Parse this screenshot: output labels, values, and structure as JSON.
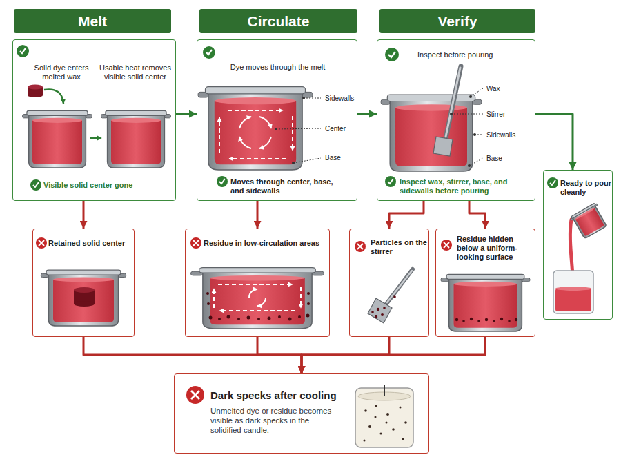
{
  "diagram": {
    "nodes": [
      {
        "text": [
          "Melt"
        ]
      },
      {
        "text": [
          "Circulate"
        ]
      },
      {
        "text": [
          "Verify"
        ]
      },
      {
        "text": [
          "Solid dye enters melted wax",
          "Usable heat removes visible solid center",
          "Visible solid center gone"
        ]
      },
      {
        "text": [
          "Dye moves through the melt",
          "Sidewalls",
          "Center",
          "Base",
          "Moves through center, base, and sidewalls"
        ]
      },
      {
        "text": [
          "Inspect before pouring",
          "Wax",
          "Stirrer",
          "Sidewalls",
          "Base",
          "Inspect wax, stirrer, base, and sidewalls before pouring"
        ]
      },
      {
        "text": [
          "Ready to pour cleanly"
        ]
      },
      {
        "text": [
          "Retained solid center"
        ]
      },
      {
        "text": [
          "Residue in low-circulation areas"
        ]
      },
      {
        "text": [
          "Particles on the stirrer"
        ]
      },
      {
        "text": [
          "Residue hidden below a uniform-looking surface"
        ]
      },
      {
        "text": [
          "Dark specks after cooling",
          "Unmelted dye or residue becomes visible as dark specks in the solidified candle."
        ]
      }
    ],
    "edges": [
      {
        "from": 3,
        "to": 4,
        "arrow": "to"
      },
      {
        "from": 4,
        "to": 5,
        "arrow": "to"
      },
      {
        "from": 5,
        "to": 6,
        "arrow": "to"
      },
      {
        "from": 3,
        "to": 7,
        "arrow": "to"
      },
      {
        "from": 4,
        "to": 8,
        "arrow": "to"
      },
      {
        "from": 5,
        "to": 9,
        "arrow": "to"
      },
      {
        "from": 5,
        "to": 10,
        "arrow": "to"
      },
      {
        "from": 7,
        "to": 11,
        "arrow": "to"
      },
      {
        "from": 8,
        "to": 11,
        "arrow": "to"
      },
      {
        "from": 9,
        "to": 11,
        "arrow": "to"
      },
      {
        "from": 10,
        "to": 11,
        "arrow": "to"
      }
    ]
  }
}
